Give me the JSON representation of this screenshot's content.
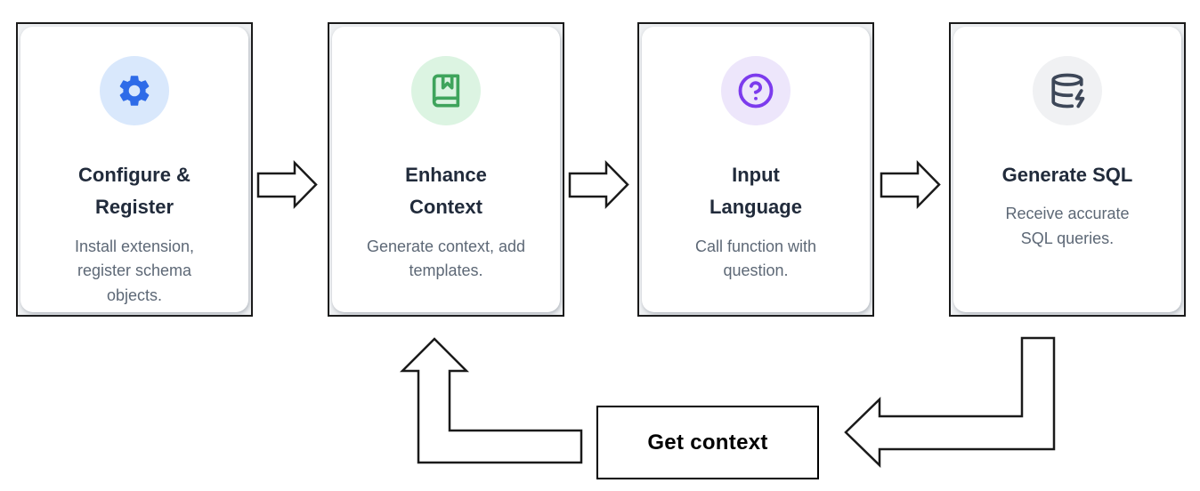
{
  "diagram": {
    "background": "#ffffff",
    "steps": [
      {
        "title": "Configure & Register",
        "description": "Install extension, register schema objects.",
        "icon": "gear-icon",
        "icon_color": "#2e6be8",
        "icon_bg": "#d9e8fc"
      },
      {
        "title": "Enhance Context",
        "description": "Generate context, add templates.",
        "icon": "book-marked-icon",
        "icon_color": "#3fa45c",
        "icon_bg": "#dcf4e2"
      },
      {
        "title": "Input Language",
        "description": "Call function with question.",
        "icon": "help-circle-icon",
        "icon_color": "#7c3bed",
        "icon_bg": "#ede6fb"
      },
      {
        "title": "Generate SQL",
        "description": "Receive accurate SQL queries.",
        "icon": "database-zap-icon",
        "icon_color": "#3d4758",
        "icon_bg": "#f0f1f3"
      }
    ],
    "loop": {
      "label": "Get context"
    },
    "colors": {
      "card_border": "#1a1a1a",
      "card_inner_bg": "#ffffff",
      "title_text": "#212b3b",
      "description_text": "#5d6876",
      "arrow_stroke": "#1a1a1a",
      "arrow_fill": "#ffffff",
      "loop_label_text": "#000000"
    }
  }
}
